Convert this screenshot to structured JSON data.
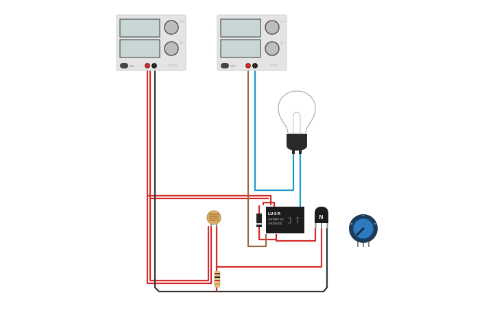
{
  "power_supplies": [
    {
      "id": "ps1",
      "switch_label": "ON"
    },
    {
      "id": "ps2",
      "switch_label": "OFF"
    }
  ],
  "relay": {
    "model": "LU-5-R",
    "rating_ac": "3A/125V AC",
    "rating_dc": "3A/24V DC"
  },
  "transistor": {
    "label": "N"
  },
  "colors": {
    "wire_red": "#d42a2a",
    "wire_black": "#333333",
    "wire_blue": "#1a9bcc",
    "wire_brown": "#9a6b3f",
    "psu_body": "#e4e4e4",
    "psu_screen": "#c8d6d6",
    "relay_body": "#1c1c1c",
    "pot_knob": "#2f7bbf"
  }
}
